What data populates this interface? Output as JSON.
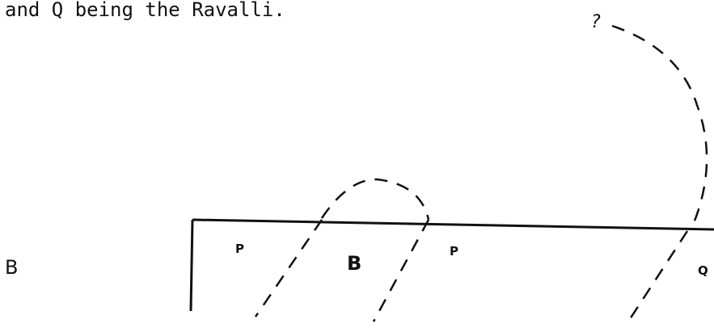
{
  "caption": "and Q being the Ravalli.",
  "diagram": {
    "left_label": "B",
    "question_mark": "?",
    "labels": {
      "p_left": "P",
      "b_middle": "B",
      "p_right": "P",
      "q_right": "Q"
    }
  }
}
